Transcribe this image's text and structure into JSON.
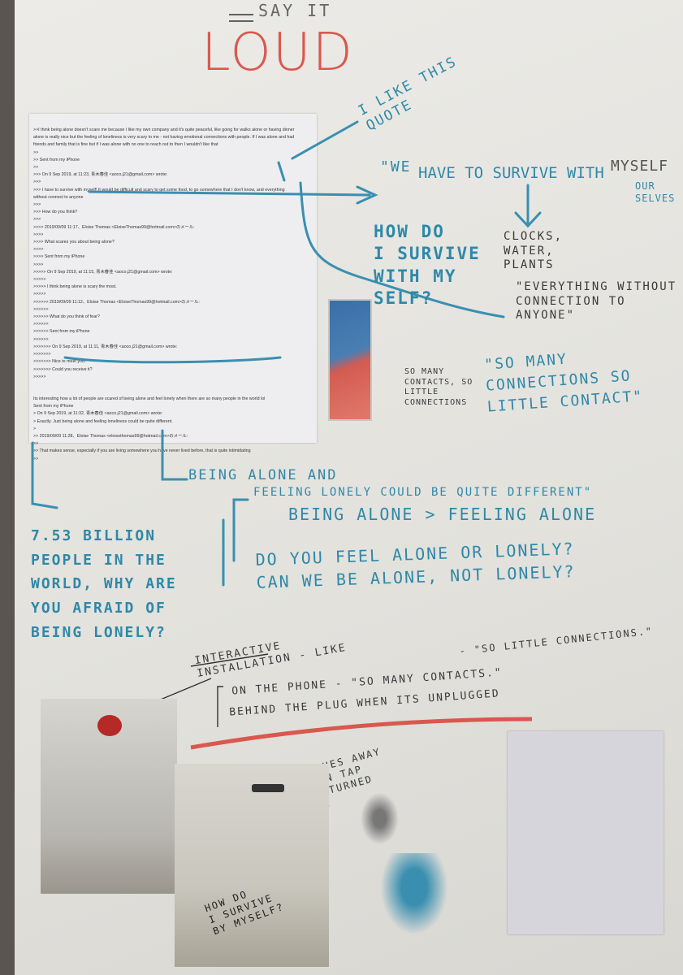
{
  "title": {
    "small": "SAY IT",
    "large": "LOUD"
  },
  "email_lines": [
    ">>I think being alone doesn't scare me because I like my own company and it's quite peaceful, like going for walks alone or having dinner",
    "alone is really nice but the feeling of loneliness is very scary to me - not having emotional connections with people. If I was alone and had",
    "friends and family that is fine but if I was alone with no one to reach out to then I wouldn't like that",
    ">>",
    ">> Sent from my iPhone",
    ">>",
    ">>> On 9 Sep 2019, at 11:23, 青木春佳 <aoco.j21@gmail.com> wrote:",
    ">>>",
    ">>> I have to survive with myself! It would be difficult and scary to get some food, to go somewhere that I don't know, and everything",
    "without connect to anyone",
    ">>>",
    ">>> How do you think?",
    ">>>",
    ">>>> 2019/09/09 11:17、Eloise Thomas <EloiseThomas99@hotmail.com>のメール:",
    ">>>>",
    ">>>> What scares you about being alone?",
    ">>>>",
    ">>>> Sent from my iPhone",
    ">>>>",
    ">>>>> On 9 Sep 2019, at 11:15, 青木春佳 <aoco.j21@gmail.com> wrote:",
    ">>>>>",
    ">>>>> I think being alone is scary the most.",
    ">>>>>",
    ">>>>>> 2019/09/09 11:12、Eloise Thomas <EloiseThomas99@hotmail.com>のメール:",
    ">>>>>>",
    ">>>>>> What do you think of fear?",
    ">>>>>>",
    ">>>>>> Sent from my iPhone",
    ">>>>>>",
    ">>>>>>> On 9 Sep 2019, at 11:11, 青木春佳 <aoco.j21@gmail.com> wrote:",
    ">>>>>>>",
    ">>>>>>> Nice to meet you!",
    ">>>>>>> Could you receive it?",
    ">>>>>"
  ],
  "email_lines_2": [
    "Its interesting how a lot of people are scared of being alone and feel lonely when there are so many people in the world lol",
    "Sent from my iPhone",
    "> On 9 Sep 2019, at 11:32, 青木春佳 <aoco.j21@gmail.com> wrote:",
    "> Exactly. Just being alone and feeling loneliness could be quite different.",
    ">",
    ">> 2019/09/09 11:28、Eloise Thomas <eloisethomas99@hotmail.com>のメール:",
    ">>",
    ">> That makes sense, especially if you are living somewhere you have never lived before, that is quite intimidating",
    ">>"
  ],
  "notes": {
    "like_quote": "I like this\nquote",
    "we_have": "\"we",
    "survive_quote": "have to survive with",
    "myself": "myself",
    "ourselves": "our\nselves",
    "how_survive": "How do\nI survive\nwith my\nself?",
    "clocks": "clocks,\nwater,\nplants",
    "everything": "\"Everything without\nconnection to\nanyone\"",
    "so_many_connections": "\"So many\nconnections so\nlittle contact\"",
    "so_many_contacts": "So many\ncontacts, so\nlittle\nconnections",
    "being_alone": "Being alone and",
    "feeling_lonely": "feeling lonely could be quite different\"",
    "alone_vs": "Being alone > feeling alone",
    "questions": "Do you feel alone or lonely?\nCan we be alone, not lonely?",
    "billion": "7.53 billion\npeople in the\nworld, why are\nyou afraid of\nbeing lonely?",
    "installation": "Interactive\ninstallation - like",
    "phone": "on the phone - \"so many contacts.\"",
    "plug": "behind the plug when its unplugged",
    "little": "- \"so little connections.\"",
    "washes": "washes away\nwhen tap\nis turned\non.",
    "survive_myself": "How do\nI survive\nby myself?"
  }
}
